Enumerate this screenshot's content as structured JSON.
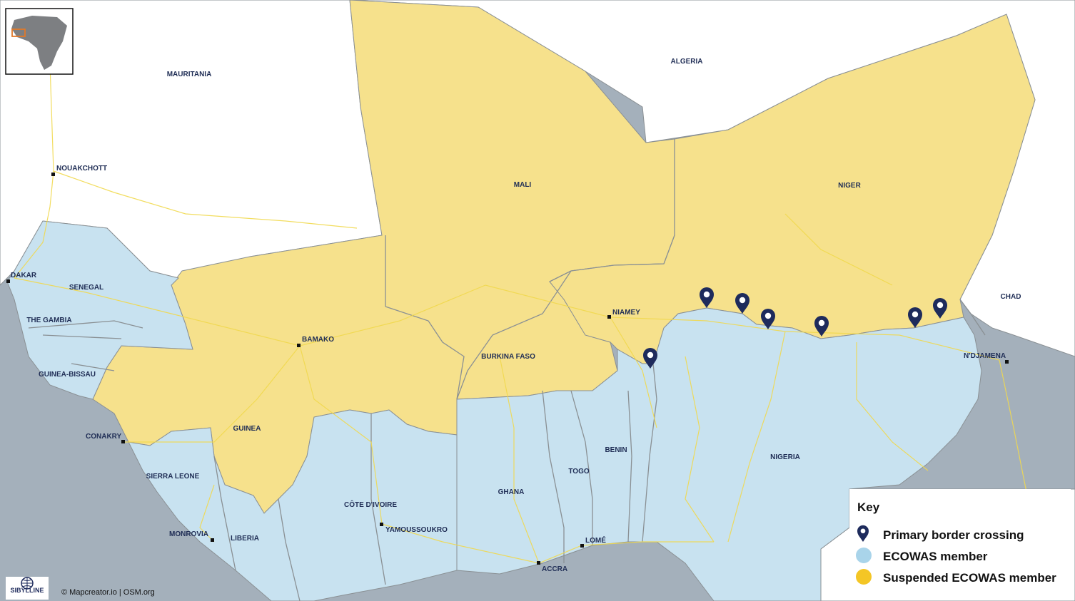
{
  "colors": {
    "ocean": "#a4b0bb",
    "land_other": "#ffffff",
    "ecowas_member": "#c8e2f0",
    "suspended_member": "#f6e18c",
    "border": "#8a9094",
    "road": "#f1d94e",
    "marker": "#1e2b5c",
    "key_suspended_swatch": "#f4c625",
    "key_member_swatch": "#a9d4ea"
  },
  "labels": {
    "countries": {
      "mauritania": "MAURITANIA",
      "algeria": "ALGERIA",
      "mali": "MALI",
      "niger": "NIGER",
      "chad": "CHAD",
      "senegal": "SENEGAL",
      "the_gambia": "THE GAMBIA",
      "guinea_bissau": "GUINEA-BISSAU",
      "guinea": "GUINEA",
      "sierra_leone": "SIERRA LEONE",
      "liberia": "LIBERIA",
      "cote_divoire": "CÔTE D'IVOIRE",
      "burkina_faso": "BURKINA FASO",
      "ghana": "GHANA",
      "togo": "TOGO",
      "benin": "BENIN",
      "nigeria": "NIGERIA"
    },
    "cities": {
      "nouakchott": "NOUAKCHOTT",
      "dakar": "DAKAR",
      "bamako": "BAMAKO",
      "niamey": "NIAMEY",
      "conakry": "CONAKRY",
      "monrovia": "MONROVIA",
      "yamoussoukro": "YAMOUSSOUKRO",
      "accra": "ACCRA",
      "lome": "LOMÉ",
      "ndjamena": "N'DJAMENA"
    }
  },
  "key": {
    "title": "Key",
    "items": [
      {
        "icon": "map-pin-icon",
        "label": "Primary border crossing"
      },
      {
        "icon": "circle-swatch-icon",
        "label": "ECOWAS member"
      },
      {
        "icon": "circle-swatch-icon",
        "label": "Suspended ECOWAS member"
      }
    ]
  },
  "logo": {
    "text": "SIBYLLINE"
  },
  "credit": "© Mapcreator.io | OSM.org"
}
